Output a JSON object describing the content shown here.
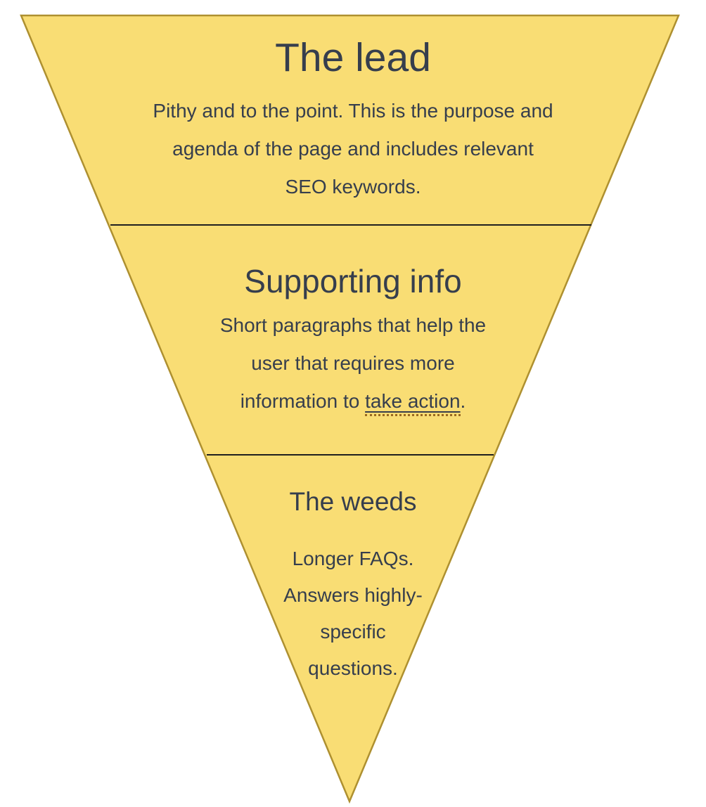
{
  "colors": {
    "background": "#FFFFFF",
    "funnel_fill": "#F9DD74",
    "funnel_border": "#AE9030",
    "text": "#363E4D",
    "divider": "#1F1F1F",
    "link_underline": "#9A6A21"
  },
  "funnel": {
    "type": "inverted-pyramid",
    "sections": [
      {
        "title": "The lead",
        "body_lines": [
          "Pithy and to the point. This is the purpose and",
          "agenda of the page and includes relevant",
          "SEO keywords."
        ]
      },
      {
        "title": "Supporting info",
        "body_lines": [
          "Short paragraphs that help the",
          "user that requires more"
        ],
        "last_line": {
          "prefix": "information to ",
          "link_text": "take action",
          "suffix": "."
        }
      },
      {
        "title": "The weeds",
        "body_lines": [
          "Longer FAQs.",
          "Answers highly-",
          "specific",
          "questions."
        ]
      }
    ]
  }
}
